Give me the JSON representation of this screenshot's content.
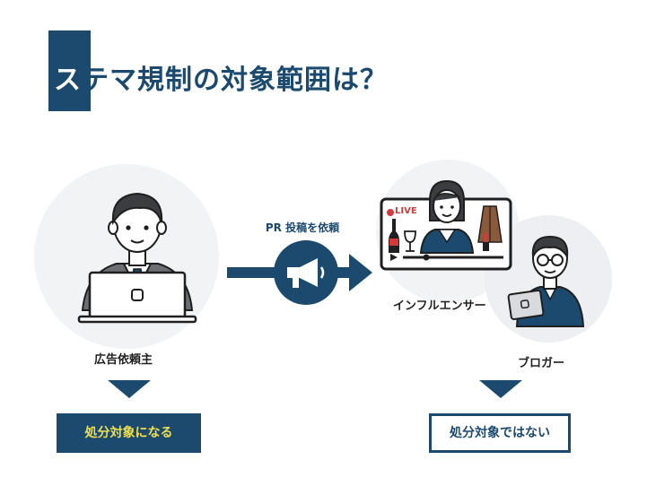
{
  "title": {
    "first_char": "ス",
    "rest": "テマ規制の対象範囲は？"
  },
  "arrow": {
    "label": "PR 投稿を依頼",
    "icon": "megaphone-icon"
  },
  "advertiser": {
    "label": "広告依頼主",
    "result": "処分対象になる"
  },
  "influencer": {
    "label": "インフルエンサー",
    "live_badge": "LIVE"
  },
  "blogger": {
    "label": "ブロガー"
  },
  "not_subject_result": "処分対象ではない",
  "colors": {
    "navy": "#1b4a6e",
    "accent_yellow": "#f2e04a",
    "live_red": "#d43a3a",
    "circle_bg": "#f2f3f5"
  }
}
